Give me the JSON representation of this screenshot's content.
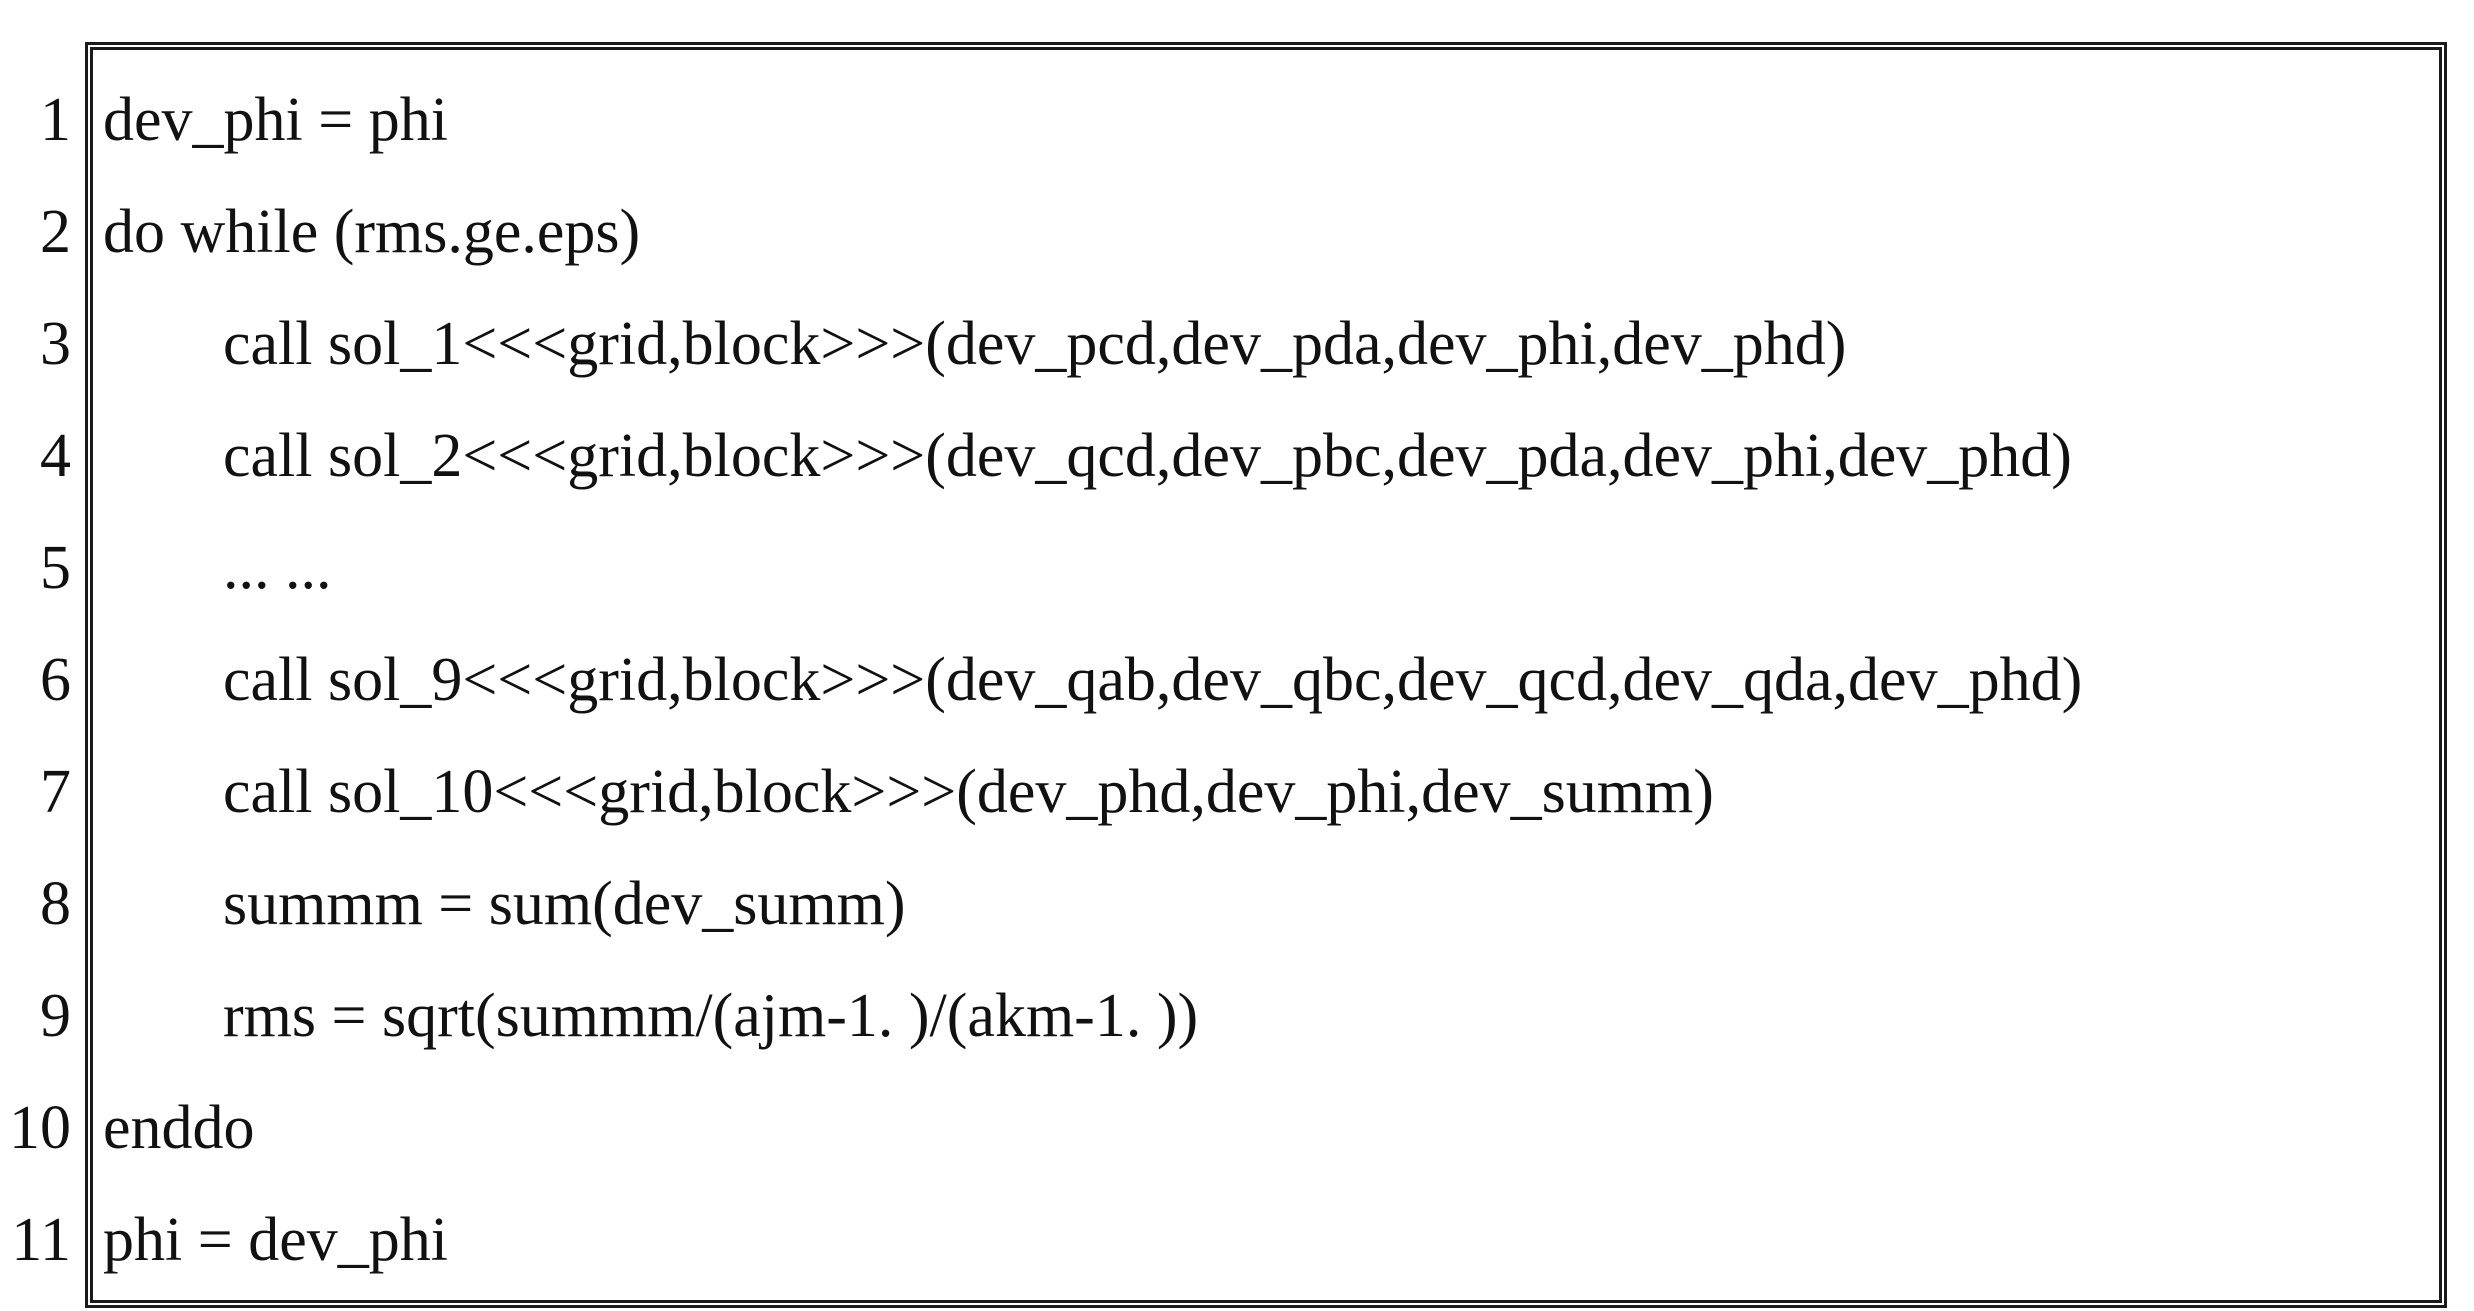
{
  "listing": {
    "kind": "code-listing-figure",
    "language_style": "CUDA Fortran",
    "colors": {
      "background": "#ffffff",
      "text": "#111111",
      "frame_border": "#1a1a1a"
    },
    "frame": {
      "border_style": "double"
    },
    "lines": [
      {
        "number": "1",
        "code": "dev_phi = phi"
      },
      {
        "number": "2",
        "code": "do while (rms.ge.eps)"
      },
      {
        "number": "3",
        "code": "call sol_1<<<grid,block>>>(dev_pcd,dev_pda,dev_phi,dev_phd)"
      },
      {
        "number": "4",
        "code": "call sol_2<<<grid,block>>>(dev_qcd,dev_pbc,dev_pda,dev_phi,dev_phd)"
      },
      {
        "number": "5",
        "code": "... ..."
      },
      {
        "number": "6",
        "code": "call sol_9<<<grid,block>>>(dev_qab,dev_qbc,dev_qcd,dev_qda,dev_phd)"
      },
      {
        "number": "7",
        "code": "call sol_10<<<grid,block>>>(dev_phd,dev_phi,dev_summ)"
      },
      {
        "number": "8",
        "code": "summm = sum(dev_summ)"
      },
      {
        "number": "9",
        "code": "rms = sqrt(summm/(ajm-1. )/(akm-1. ))"
      },
      {
        "number": "10",
        "code": "enddo"
      },
      {
        "number": "11",
        "code": "phi = dev_phi"
      }
    ]
  }
}
